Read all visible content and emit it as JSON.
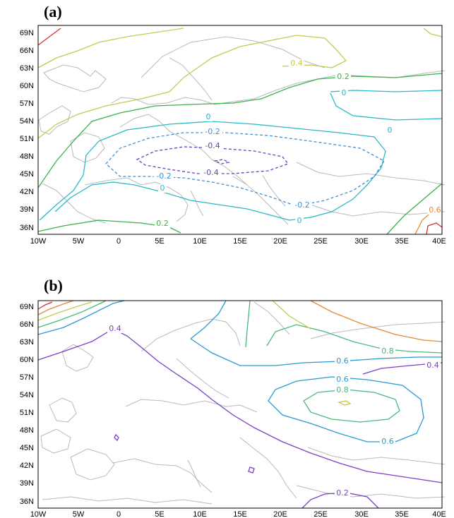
{
  "panels": [
    {
      "label": "(a)",
      "y_ticks": [
        "69N",
        "66N",
        "63N",
        "60N",
        "57N",
        "54N",
        "51N",
        "48N",
        "45N",
        "42N",
        "39N",
        "36N"
      ],
      "x_ticks": [
        "10W",
        "5W",
        "0",
        "5E",
        "10E",
        "15E",
        "20E",
        "25E",
        "30E",
        "35E",
        "40E"
      ],
      "contour_labels": [
        "0.4",
        "0.2",
        "0",
        "0",
        "0",
        "-0.2",
        "-0.4",
        "-0.2",
        "-0.4",
        "0",
        "-0.2",
        "0",
        "0.2",
        "0.6"
      ]
    },
    {
      "label": "(b)",
      "y_ticks": [
        "69N",
        "66N",
        "63N",
        "60N",
        "57N",
        "54N",
        "51N",
        "48N",
        "45N",
        "42N",
        "39N",
        "36N"
      ],
      "x_ticks": [
        "10W",
        "5W",
        "0",
        "5E",
        "10E",
        "15E",
        "20E",
        "25E",
        "30E",
        "35E",
        "40E"
      ],
      "contour_labels": [
        "0.4",
        "0.8",
        "0.6",
        "0.4",
        "0.6",
        "0.8",
        "0.6",
        "0.2"
      ]
    }
  ],
  "colors": {
    "neg_04": "#6a3fc0",
    "neg_02": "#3f8fd8",
    "zero": "#2ab8c8",
    "pos_02": "#3cb04a",
    "pos_04_a": "#c8c850",
    "pos_04_b": "#7a3fc8",
    "pos_06": "#2a9ad0",
    "pos_08": "#4ab87a",
    "warm": "#e08a3a",
    "hot": "#d83030",
    "coast": "#b9b9b9"
  }
}
